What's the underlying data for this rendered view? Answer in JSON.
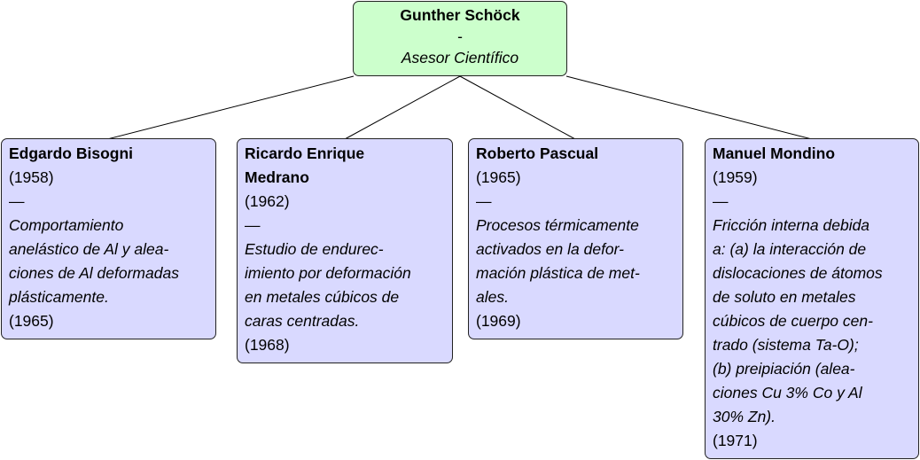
{
  "root": {
    "name": "Gunther Schöck",
    "separator": "-",
    "role": "Asesor Científico",
    "fill": "#ccffcc"
  },
  "child_fill": "#d9d9ff",
  "students": [
    {
      "name_lines": [
        "Edgardo Bisogni"
      ],
      "start_year": "(1958)",
      "dash": "—",
      "thesis_lines": [
        "Comportamiento",
        "anelástico de Al y alea-",
        "ciones de Al deformadas",
        "plásticamente."
      ],
      "end_year": "(1965)"
    },
    {
      "name_lines": [
        "Ricardo Enrique",
        "Medrano"
      ],
      "start_year": "(1962)",
      "dash": "—",
      "thesis_lines": [
        "Estudio de endurec-",
        "imiento por deformación",
        "en metales cúbicos de",
        "caras centradas."
      ],
      "end_year": "(1968)"
    },
    {
      "name_lines": [
        "Roberto Pascual"
      ],
      "start_year": "(1965)",
      "dash": "—",
      "thesis_lines": [
        "Procesos térmicamente",
        "activados en la defor-",
        "mación plástica de met-",
        "ales."
      ],
      "end_year": "(1969)"
    },
    {
      "name_lines": [
        "Manuel Mondino"
      ],
      "start_year": "(1959)",
      "dash": "—",
      "thesis_lines": [
        "Fricción interna debida",
        "a: (a) la interacción de",
        "dislocaciones de átomos",
        "de soluto en metales",
        "cúbicos de cuerpo cen-",
        "trado (sistema Ta-O);",
        "(b) preipiación (alea-",
        "ciones Cu 3% Co y Al",
        "30% Zn)."
      ],
      "end_year": "(1971)"
    }
  ]
}
